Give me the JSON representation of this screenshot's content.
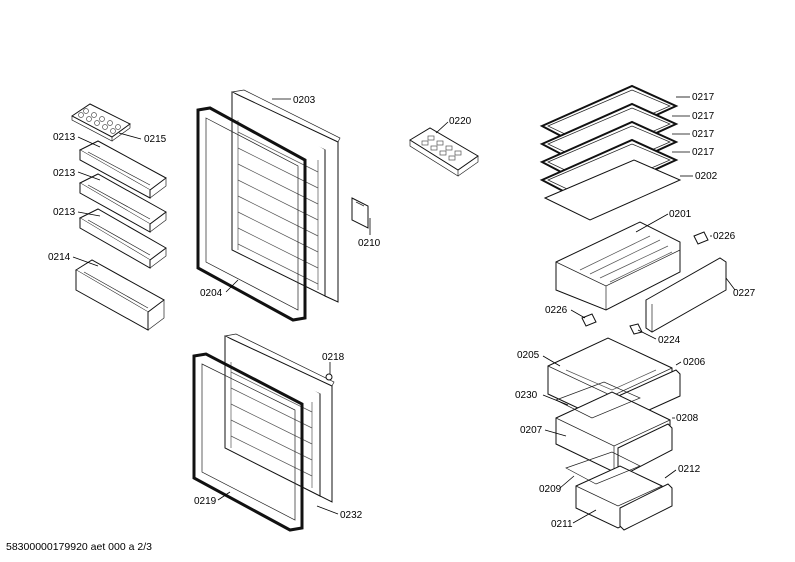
{
  "footer": "58300000179920 aet 000 a 2/3",
  "labels": {
    "l0203": "0203",
    "l0213a": "0213",
    "l0215": "0215",
    "l0213b": "0213",
    "l0213c": "0213",
    "l0214": "0214",
    "l0204": "0204",
    "l0210": "0210",
    "l0220": "0220",
    "l0217a": "0217",
    "l0217b": "0217",
    "l0217c": "0217",
    "l0217d": "0217",
    "l0202": "0202",
    "l0201": "0201",
    "l0226a": "0226",
    "l0227": "0227",
    "l0226b": "0226",
    "l0224": "0224",
    "l0218": "0218",
    "l0205": "0205",
    "l0206": "0206",
    "l0230": "0230",
    "l0208": "0208",
    "l0207": "0207",
    "l0209": "0209",
    "l0212": "0212",
    "l0211": "0211",
    "l0219": "0219",
    "l0232": "0232"
  }
}
